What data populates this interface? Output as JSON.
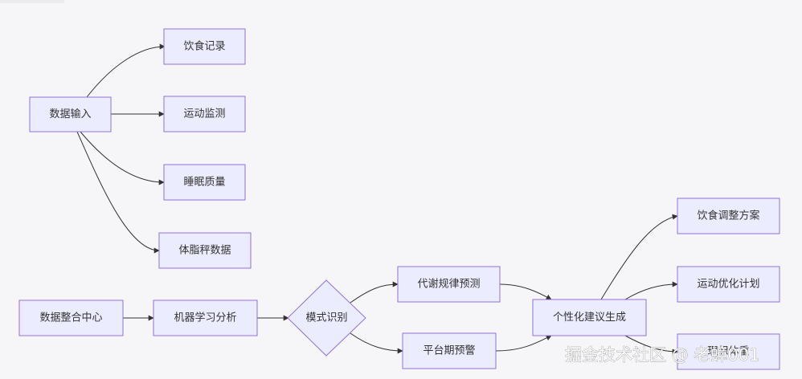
{
  "diagram": {
    "nodes": {
      "data_input": "数据输入",
      "diet_record": "饮食记录",
      "exercise_monitor": "运动监测",
      "sleep_quality": "睡眠质量",
      "body_fat_data": "体脂秤数据",
      "data_hub": "数据整合中心",
      "ml_analysis": "机器学习分析",
      "pattern_recognition": "模式识别",
      "metabolism_prediction": "代谢规律预测",
      "plateau_warning": "平台期预警",
      "personalized_advice": "个性化建议生成",
      "diet_adjustment": "饮食调整方案",
      "exercise_plan": "运动优化计划",
      "hidden_node": "理想体重"
    }
  },
  "watermark": "掘金技术社区 @ 老蟑001",
  "colors": {
    "node_fill": "#ececff",
    "node_stroke": "#9370db",
    "edge": "#333333",
    "background": "#f6f6f8"
  }
}
